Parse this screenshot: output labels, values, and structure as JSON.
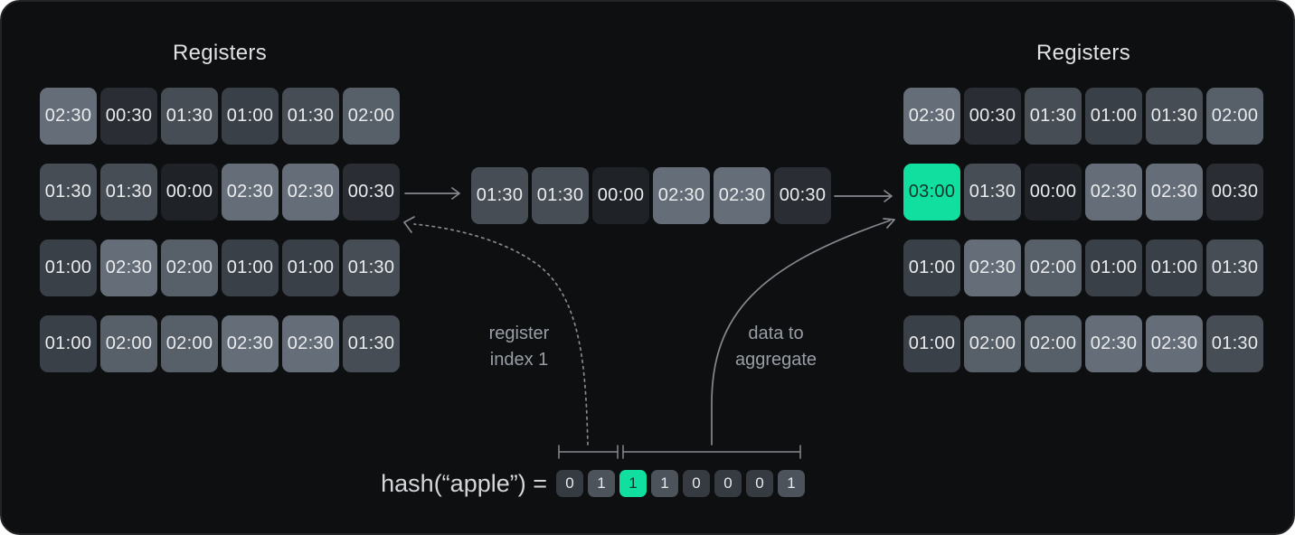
{
  "colors": {
    "panel_bg": "#0e0f11",
    "panel_border": "#232528",
    "accent_green": "#10dfa0",
    "accent_text_dark": "#10372a",
    "cell_text": "#e9ebed",
    "arrow_gray": "#85898f",
    "label_gray": "#989ea5",
    "title_text": "#dfe1e3",
    "value_colors": {
      "00:00": "#1f2227",
      "00:30": "#2a2e34",
      "01:00": "#3a4047",
      "01:30": "#464d55",
      "02:00": "#575f68",
      "02:30": "#656e78",
      "03:00": "#10dfa0"
    },
    "bit_zero_bg": "#363b42",
    "bit_one_bg": "#4c535b"
  },
  "left_registers": {
    "title": "Registers",
    "rows": [
      [
        "02:30",
        "00:30",
        "01:30",
        "01:00",
        "01:30",
        "02:00"
      ],
      [
        "01:30",
        "01:30",
        "00:00",
        "02:30",
        "02:30",
        "00:30"
      ],
      [
        "01:00",
        "02:30",
        "02:00",
        "01:00",
        "01:00",
        "01:30"
      ],
      [
        "01:00",
        "02:00",
        "02:00",
        "02:30",
        "02:30",
        "01:30"
      ]
    ]
  },
  "buffer_row": {
    "values": [
      "01:30",
      "01:30",
      "00:00",
      "02:30",
      "02:30",
      "00:30"
    ]
  },
  "right_registers": {
    "title": "Registers",
    "rows": [
      [
        "02:30",
        "00:30",
        "01:30",
        "01:00",
        "01:30",
        "02:00"
      ],
      [
        "03:00",
        "01:30",
        "00:00",
        "02:30",
        "02:30",
        "00:30"
      ],
      [
        "01:00",
        "02:30",
        "02:00",
        "01:00",
        "01:00",
        "01:30"
      ],
      [
        "01:00",
        "02:00",
        "02:00",
        "02:30",
        "02:30",
        "01:30"
      ]
    ],
    "highlight": {
      "row": 1,
      "col": 0,
      "value": "03:00"
    }
  },
  "annotations": {
    "register_index_label": {
      "line1": "register",
      "line2": "index 1"
    },
    "data_to_aggregate_label": {
      "line1": "data to",
      "line2": "aggregate"
    }
  },
  "hash": {
    "label": "hash(“apple”) =",
    "bits": [
      "0",
      "1",
      "1",
      "1",
      "0",
      "0",
      "0",
      "1"
    ],
    "highlight_index": 2
  }
}
